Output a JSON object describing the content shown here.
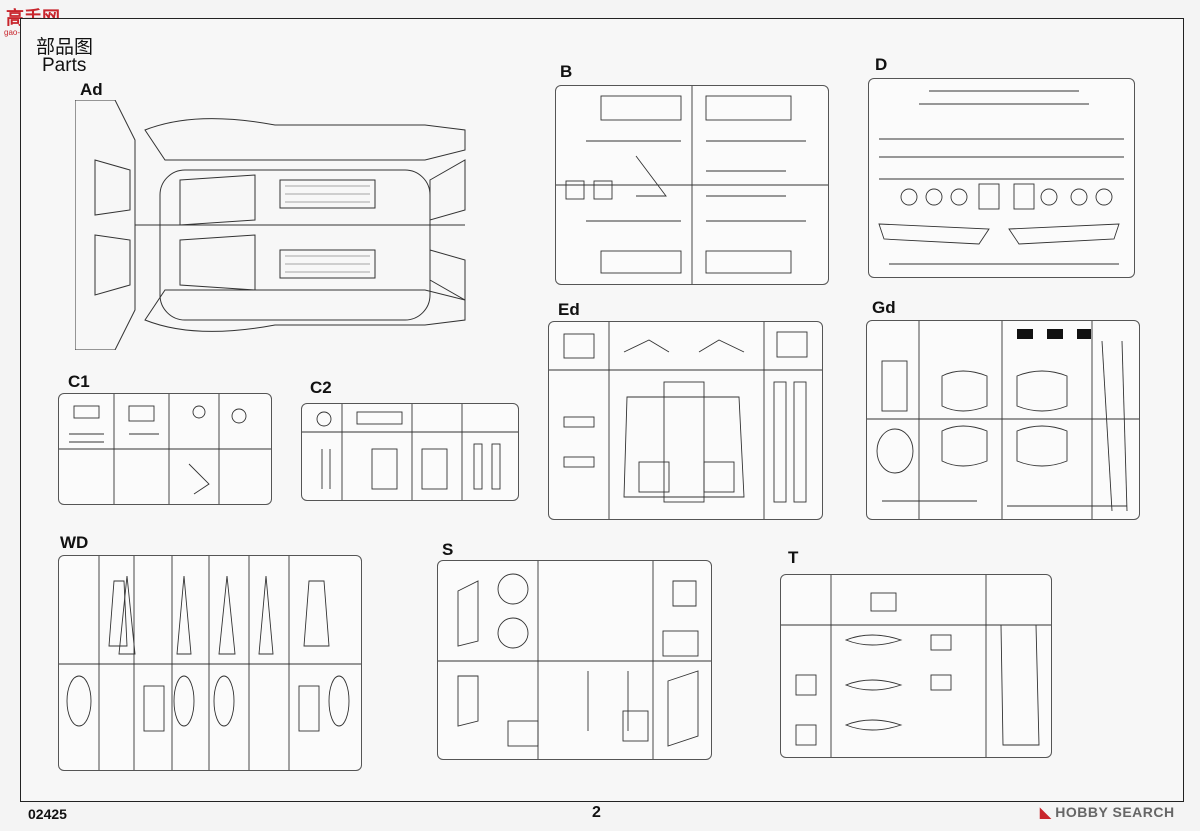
{
  "logo": {
    "text": "高手网",
    "url": "gao-shou.com"
  },
  "header": {
    "title_cn": "部品图",
    "title_en": "Parts"
  },
  "sprues": [
    {
      "id": "Ad",
      "label": "Ad"
    },
    {
      "id": "B",
      "label": "B"
    },
    {
      "id": "D",
      "label": "D"
    },
    {
      "id": "C1",
      "label": "C1"
    },
    {
      "id": "C2",
      "label": "C2"
    },
    {
      "id": "Ed",
      "label": "Ed"
    },
    {
      "id": "Gd",
      "label": "Gd"
    },
    {
      "id": "WD",
      "label": "WD"
    },
    {
      "id": "S",
      "label": "S"
    },
    {
      "id": "T",
      "label": "T"
    }
  ],
  "footer": {
    "product_code": "02425",
    "page_number": "2",
    "watermark": "HOBBY SEARCH",
    "watermark_mark": "◣"
  }
}
